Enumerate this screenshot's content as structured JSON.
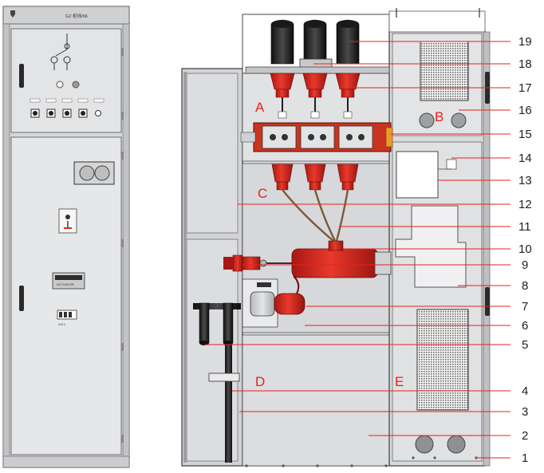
{
  "front_view": {
    "nameplate": "GZ 柜线/66",
    "meter_label": "ACTUATOR",
    "indicator_label": "A B C"
  },
  "zones": [
    {
      "id": "zone-a",
      "label": "A"
    },
    {
      "id": "zone-b",
      "label": "B"
    },
    {
      "id": "zone-c",
      "label": "C"
    },
    {
      "id": "zone-d",
      "label": "D"
    },
    {
      "id": "zone-e",
      "label": "E"
    }
  ],
  "callouts": [
    {
      "n": "19"
    },
    {
      "n": "18"
    },
    {
      "n": "17"
    },
    {
      "n": "16"
    },
    {
      "n": "15"
    },
    {
      "n": "14"
    },
    {
      "n": "13"
    },
    {
      "n": "12"
    },
    {
      "n": "11"
    },
    {
      "n": "10"
    },
    {
      "n": "9"
    },
    {
      "n": "8"
    },
    {
      "n": "7"
    },
    {
      "n": "6"
    },
    {
      "n": "5"
    },
    {
      "n": "4"
    },
    {
      "n": "3"
    },
    {
      "n": "2"
    },
    {
      "n": "1"
    }
  ],
  "colors": {
    "callout_line": "#e8211b",
    "insulator": "#d42a20",
    "cabinet_gray": "#d9dadc",
    "panel_light": "#ececee",
    "frame_dark": "#3a3a3a"
  }
}
